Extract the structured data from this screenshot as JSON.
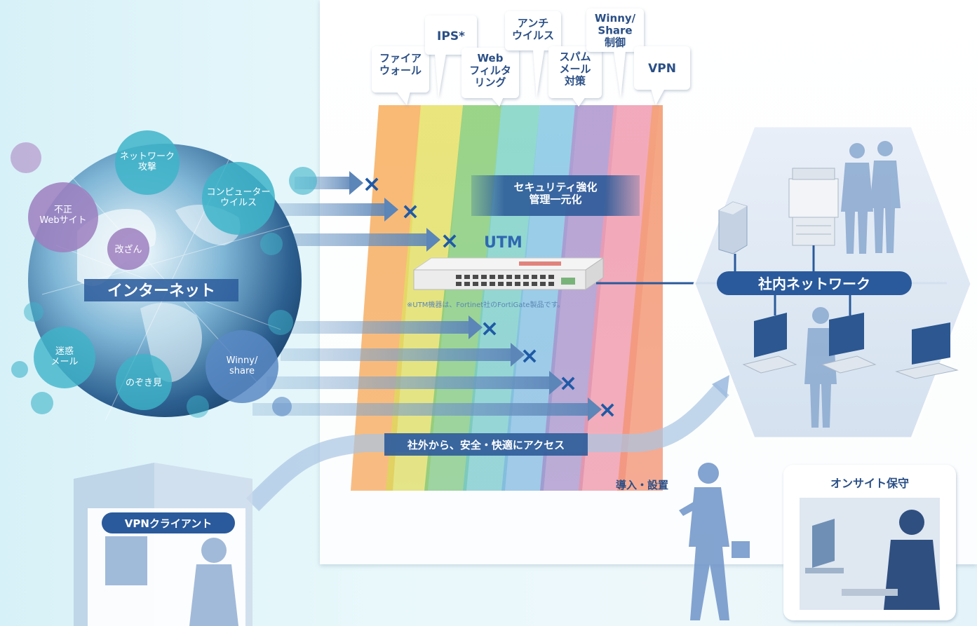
{
  "filters": {
    "firewall": "ファイア\nウォール",
    "ips": "IPS*",
    "antivirus": "アンチ\nウイルス",
    "webfilter": "Web\nフィルタ\nリング",
    "spam": "スパム\nメール\n対策",
    "winny_control": "Winny/\nShare\n制御",
    "vpn": "VPN"
  },
  "threats": {
    "network_attack": "ネットワーク\n攻撃",
    "computer_virus": "コンピューター\nウイルス",
    "malicious_web": "不正\nWebサイト",
    "tampering": "改ざん",
    "spam_mail": "迷惑\nメール",
    "peeping": "のぞき見",
    "winny_share": "Winny/\nshare"
  },
  "internet_label": "インターネット",
  "security_banner": "セキュリティ強化\n管理一元化",
  "utm_label": "UTM",
  "utm_note": "※UTM機器は、Fortinet社のFortiGate製品です。",
  "internal_network_label": "社内ネットワーク",
  "remote_access_label": "社外から、安全・快適にアクセス",
  "vpn_client_label": "VPNクライアント",
  "install_label": "導入・設置",
  "onsite_label": "オンサイト保守",
  "blocked_mark": "×",
  "colors": {
    "accent_blue": "#2b5a9c",
    "filter_orange": "#f6a75a",
    "filter_green": "#9ccc65",
    "filter_blue": "#7fc4df",
    "filter_purple": "#a895c8",
    "filter_pink": "#f29aa6"
  }
}
